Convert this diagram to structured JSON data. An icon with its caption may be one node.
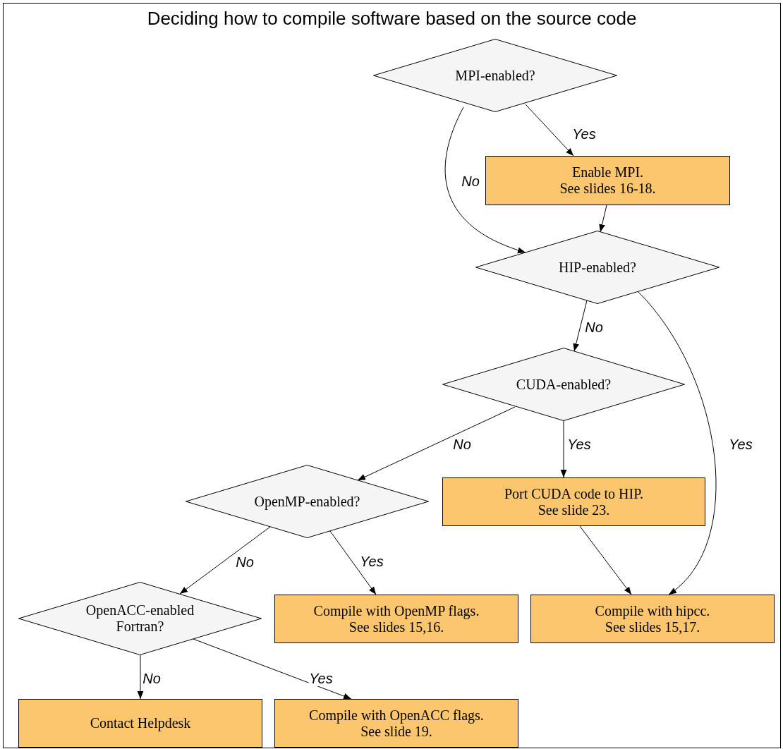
{
  "diagram": {
    "title": "Deciding how to compile software based on the source code",
    "nodes": [
      {
        "text": [
          "MPI-enabled?"
        ]
      },
      {
        "text": [
          "Enable MPI.",
          "See slides 16-18."
        ]
      },
      {
        "text": [
          "HIP-enabled?"
        ]
      },
      {
        "text": [
          "CUDA-enabled?"
        ]
      },
      {
        "text": [
          "OpenMP-enabled?"
        ]
      },
      {
        "text": [
          "Port CUDA code to HIP.",
          "See slide 23."
        ]
      },
      {
        "text": [
          "OpenACC-enabled Fortran?"
        ]
      },
      {
        "text": [
          "Compile with OpenMP flags.",
          "See slides 15,16."
        ]
      },
      {
        "text": [
          "Compile with hipcc.",
          "See slides 15,17."
        ]
      },
      {
        "text": [
          "Contact Helpdesk"
        ]
      },
      {
        "text": [
          "Compile with OpenACC flags.",
          "See slide 19."
        ]
      }
    ],
    "edges": [
      {
        "from": 0,
        "to": 1,
        "arrow": "to",
        "label": "Yes"
      },
      {
        "from": 0,
        "to": 2,
        "arrow": "to",
        "label": "No"
      },
      {
        "from": 1,
        "to": 2,
        "arrow": "to"
      },
      {
        "from": 2,
        "to": 3,
        "arrow": "to",
        "label": "No"
      },
      {
        "from": 2,
        "to": 8,
        "arrow": "to",
        "label": "Yes"
      },
      {
        "from": 3,
        "to": 5,
        "arrow": "to",
        "label": "Yes"
      },
      {
        "from": 3,
        "to": 4,
        "arrow": "to",
        "label": "No"
      },
      {
        "from": 4,
        "to": 7,
        "arrow": "to",
        "label": "Yes"
      },
      {
        "from": 4,
        "to": 6,
        "arrow": "to",
        "label": "No"
      },
      {
        "from": 5,
        "to": 8,
        "arrow": "to"
      },
      {
        "from": 6,
        "to": 9,
        "arrow": "to",
        "label": "No"
      },
      {
        "from": 6,
        "to": 10,
        "arrow": "to",
        "label": "Yes"
      }
    ]
  }
}
